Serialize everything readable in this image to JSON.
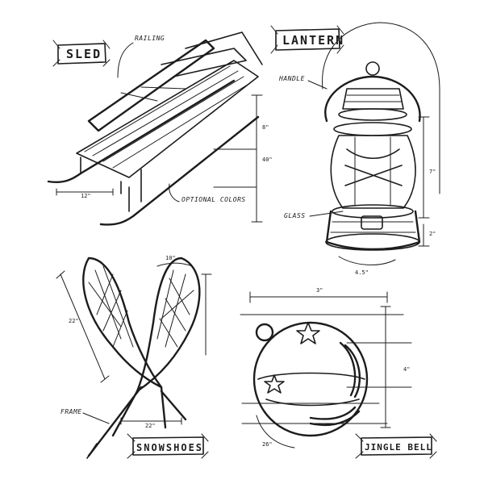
{
  "sections": {
    "sled": {
      "title": "SLED",
      "callouts": {
        "railing": "RAILING",
        "optional_colors": "OPTIONAL COLORS"
      },
      "dims": {
        "length": "12\"",
        "height_a": "8\"",
        "height_b": "40\""
      }
    },
    "lantern": {
      "title": "LANTERN",
      "callouts": {
        "handle": "HANDLE",
        "glass": "GLASS"
      },
      "dims": {
        "height": "7\"",
        "base": "2\"",
        "width": "4.5\""
      }
    },
    "snowshoes": {
      "title": "SNOWSHOES",
      "callouts": {
        "frame": "FRAME"
      },
      "dims": {
        "width": "10\"",
        "length": "22\"",
        "base": "22\""
      }
    },
    "jingle_bell": {
      "title": "JINGLE BELL",
      "dims": {
        "width": "3\"",
        "height": "4\"",
        "arc": "26\""
      }
    }
  },
  "icons": [
    "sled-icon",
    "lantern-icon",
    "snowshoes-icon",
    "jingle-bell-icon"
  ],
  "colors": {
    "ink": "#1c1c1c",
    "paper": "#ffffff"
  }
}
